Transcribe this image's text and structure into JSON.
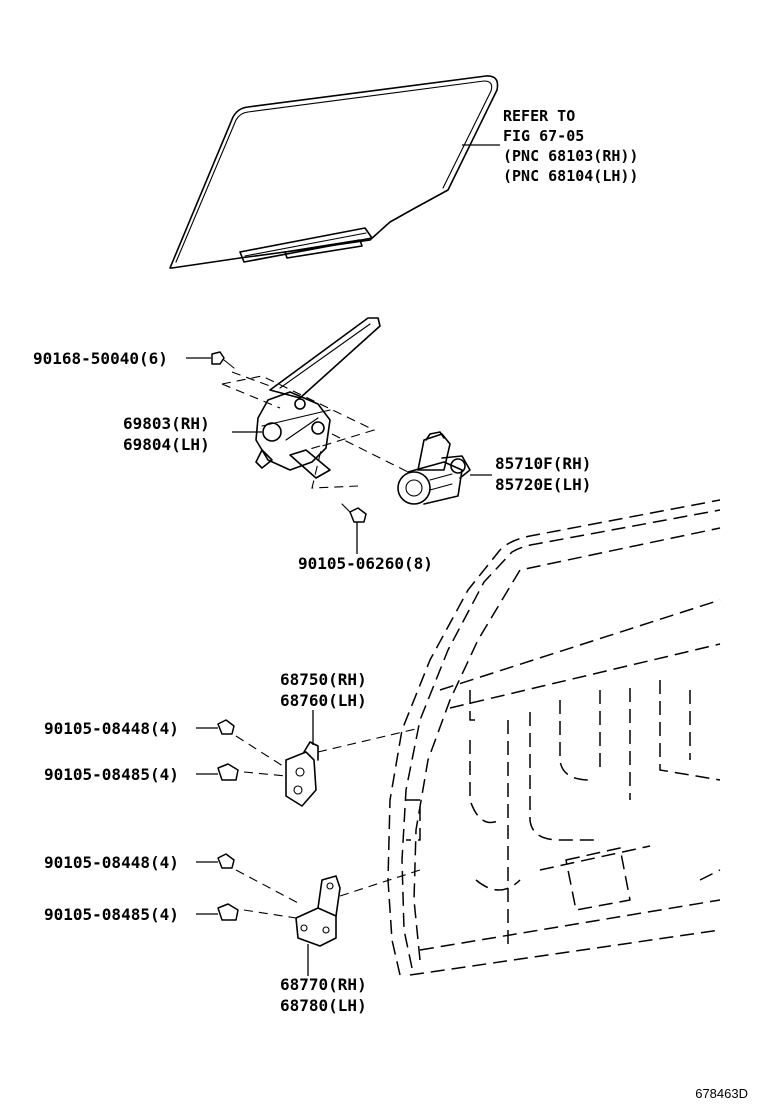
{
  "labels": {
    "glass_ref": [
      "REFER TO",
      "FIG 67-05",
      "(PNC 68103(RH))",
      "(PNC 68104(LH))"
    ],
    "bolt_90168": "90168-50040(6)",
    "regulator": [
      "69803(RH)",
      "69804(LH)"
    ],
    "motor": [
      "85710F(RH)",
      "85720E(LH)"
    ],
    "bolt_90105_06260": "90105-06260(8)",
    "upper_hinge": [
      "68750(RH)",
      "68760(LH)"
    ],
    "upper_bolt_a": "90105-08448(4)",
    "upper_bolt_b": "90105-08485(4)",
    "lower_bolt_a": "90105-08448(4)",
    "lower_bolt_b": "90105-08485(4)",
    "lower_hinge": [
      "68770(RH)",
      "68780(LH)"
    ]
  },
  "figure_code": "678463D"
}
